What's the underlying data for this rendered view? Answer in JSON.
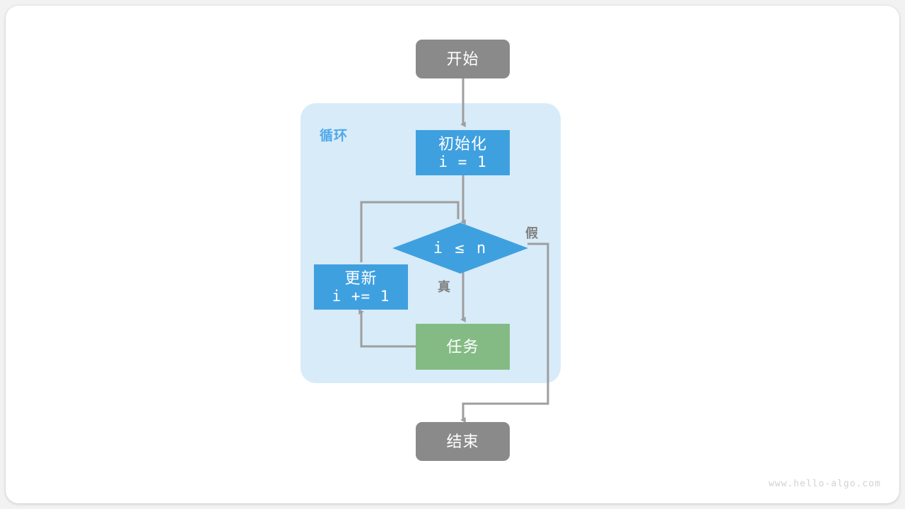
{
  "diagram": {
    "title": "for-loop-flowchart",
    "watermark": "www.hello-algo.com",
    "colors": {
      "page_background": "#f2f2f2",
      "card_background": "#ffffff",
      "terminator_fill": "#8a8a8a",
      "process_fill": "#3fa0e0",
      "decision_fill": "#3fa0e0",
      "task_fill": "#84bb84",
      "loop_container_fill": "#d8ebf8",
      "loop_label_color": "#4da8ea",
      "edge_color": "#9e9e9e",
      "edge_label_color": "#808080",
      "node_text_color": "#ffffff",
      "watermark_color": "#d2d2d2"
    },
    "nodes": {
      "start": {
        "label": "开始",
        "shape": "terminator"
      },
      "init": {
        "label": "初始化",
        "code": "i = 1",
        "shape": "process"
      },
      "condition": {
        "label": "i ≤ n",
        "shape": "decision"
      },
      "update": {
        "label": "更新",
        "code": "i += 1",
        "shape": "process"
      },
      "task": {
        "label": "任务",
        "shape": "process"
      },
      "end": {
        "label": "结束",
        "shape": "terminator"
      }
    },
    "container": {
      "label": "循环"
    },
    "edge_labels": {
      "true": "真",
      "false": "假"
    }
  }
}
